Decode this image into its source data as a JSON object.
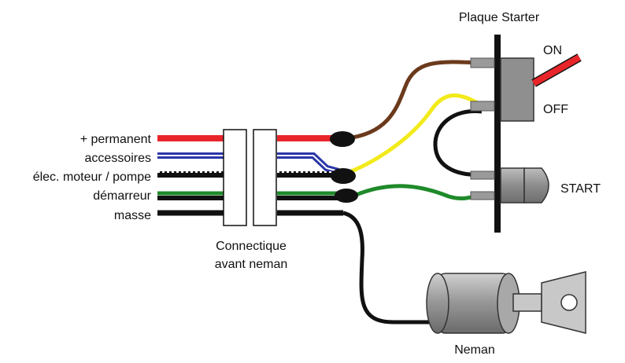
{
  "title": "Plaque Starter",
  "wires": [
    {
      "label": "+ permanent",
      "color": "#e8262a",
      "style": "striped"
    },
    {
      "label": "accessoires",
      "color": "#2a35a8",
      "style": "double"
    },
    {
      "label": "élec. moteur / pompe",
      "color": "#111111",
      "style": "dotted"
    },
    {
      "label": "démarreur",
      "color": "#1f8a2a",
      "style": "solid"
    },
    {
      "label": "masse",
      "color": "#111111",
      "style": "solid"
    }
  ],
  "connector": {
    "label_line1": "Connectique",
    "label_line2": "avant neman"
  },
  "switch": {
    "on_label": "ON",
    "off_label": "OFF",
    "lever_color": "#e8262a"
  },
  "start_button": {
    "label": "START"
  },
  "neman": {
    "label": "Neman"
  },
  "harness_colors": {
    "brown": "#6b3a1c",
    "yellow": "#f2ea1a",
    "black": "#111111",
    "green": "#1f8a2a"
  },
  "component_colors": {
    "plate": "#111111",
    "body_grey": "#8f8f8f",
    "light_grey": "#c8c8c8"
  }
}
